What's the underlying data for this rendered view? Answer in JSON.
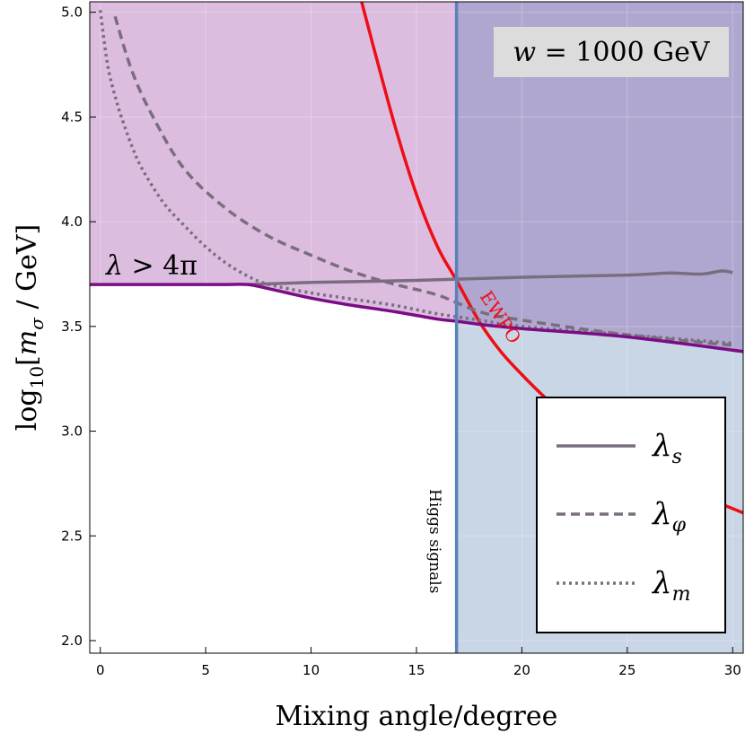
{
  "chart_data": {
    "type": "line",
    "xlabel": "Mixing angle/degree",
    "ylabel": "log",
    "ylabel_sub": "10",
    "ylabel_m": "m",
    "ylabel_sigma": "σ",
    "ylabel_unit": " / GeV",
    "xlim": [
      -0.5,
      30.5
    ],
    "ylim": [
      1.94,
      5.05
    ],
    "xticks": [
      0,
      5,
      10,
      15,
      20,
      25,
      30
    ],
    "yticks": [
      2.0,
      2.5,
      3.0,
      3.5,
      4.0,
      4.5,
      5.0
    ],
    "xtick_labels": [
      "0",
      "5",
      "10",
      "15",
      "20",
      "25",
      "30"
    ],
    "ytick_labels": [
      "2.0",
      "2.5",
      "3.0",
      "3.5",
      "4.0",
      "4.5",
      "5.0"
    ],
    "title_box": {
      "w": "w",
      "eq": " = 1000 GeV"
    },
    "annotations": {
      "perturbativity": {
        "lam": "λ",
        "rest": " > 4π"
      },
      "ewpo": "EWPO",
      "higgs": "Higgs signals"
    },
    "legend": [
      {
        "name": "λ",
        "sub": "s",
        "style": "solid"
      },
      {
        "name": "λ",
        "sub": "φ",
        "style": "dashed"
      },
      {
        "name": "λ",
        "sub": "m",
        "style": "dotted"
      }
    ],
    "higgs_signals_x": 16.9,
    "colors": {
      "lambda_lines": "#7a6e7e",
      "perturbativity_boundary": "#7b0c86",
      "perturbativity_fill": "#dcbde0",
      "ewpo_line": "#ee0e14",
      "ewpo_line_lower": "#c8323c",
      "higgs_line": "#5a82b8",
      "higgs_fill": "#c9d6e6",
      "overlap_fill": "#b0a7d0",
      "title_box": "#dcdcdc"
    },
    "series": [
      {
        "name": "λ_s",
        "style": "solid",
        "x": [
          7.0,
          10,
          15,
          20,
          25,
          27,
          28.5,
          29.5,
          30.0
        ],
        "y": [
          3.7,
          3.71,
          3.72,
          3.735,
          3.745,
          3.755,
          3.75,
          3.765,
          3.757
        ]
      },
      {
        "name": "λ_φ",
        "style": "dashed",
        "x": [
          0.7,
          1.5,
          2.5,
          4,
          6,
          8,
          10,
          12,
          14,
          16,
          18,
          20,
          25,
          30
        ],
        "y": [
          4.98,
          4.72,
          4.5,
          4.25,
          4.06,
          3.93,
          3.84,
          3.76,
          3.7,
          3.65,
          3.57,
          3.53,
          3.46,
          3.41
        ]
      },
      {
        "name": "λ_m",
        "style": "dotted",
        "x": [
          0.0,
          0.2,
          0.4,
          0.7,
          1,
          1.5,
          2,
          3,
          4,
          5,
          6,
          7,
          8,
          10,
          12,
          14,
          16,
          18,
          20,
          25,
          30
        ],
        "y": [
          5.01,
          4.85,
          4.72,
          4.6,
          4.5,
          4.36,
          4.25,
          4.09,
          3.98,
          3.88,
          3.8,
          3.74,
          3.7,
          3.66,
          3.63,
          3.6,
          3.56,
          3.53,
          3.5,
          3.46,
          3.42
        ]
      },
      {
        "name": "λ > 4π",
        "style": "boundary",
        "x": [
          -0.5,
          3,
          6,
          7.0,
          8,
          10,
          12,
          14,
          16,
          16.9,
          18,
          20,
          25,
          30.5
        ],
        "y": [
          3.7,
          3.7,
          3.7,
          3.7,
          3.68,
          3.635,
          3.6,
          3.57,
          3.535,
          3.525,
          3.51,
          3.49,
          3.45,
          3.38
        ]
      },
      {
        "name": "EWPO",
        "style": "ewpo",
        "x": [
          12.4,
          13,
          14,
          15,
          16,
          16.9,
          18,
          19,
          20,
          21,
          22,
          23,
          24,
          25,
          26,
          27,
          28,
          29,
          30,
          30.5
        ],
        "y": [
          5.05,
          4.82,
          4.45,
          4.13,
          3.88,
          3.72,
          3.52,
          3.38,
          3.27,
          3.17,
          3.08,
          3.01,
          2.94,
          2.87,
          2.81,
          2.76,
          2.71,
          2.67,
          2.63,
          2.61
        ]
      }
    ]
  }
}
